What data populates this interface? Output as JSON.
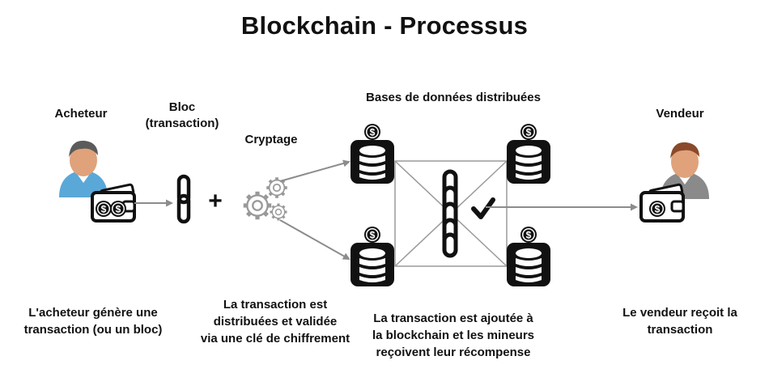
{
  "title": "Blockchain - Processus",
  "labels": {
    "buyer": "Acheteur",
    "block": "Bloc\n(transaction)",
    "encryption": "Cryptage",
    "distributed_db": "Bases de données distribuées",
    "seller": "Vendeur"
  },
  "descriptions": {
    "buyer": "L'acheteur génère une\ntransaction (ou un bloc)",
    "encryption": "La transaction est\ndistribuées et validée\nvia une clé de chiffrement",
    "blockchain": "La transaction est ajoutée à\nla blockchain et les mineurs\nreçoivent leur récompense",
    "seller": "Le vendeur reçoit la\ntransaction"
  },
  "symbols": {
    "plus": "+",
    "dollar": "$"
  },
  "icons": [
    "user-icon",
    "wallet-icon",
    "chain-link-icon",
    "gears-icon",
    "database-icon",
    "checkmark-icon"
  ],
  "colors": {
    "arrow": "#8c8c8c",
    "icon_dark": "#111111",
    "skin": "#e0a27a",
    "buyer_shirt": "#5aa8d8",
    "seller_shirt": "#8a8a8a"
  }
}
